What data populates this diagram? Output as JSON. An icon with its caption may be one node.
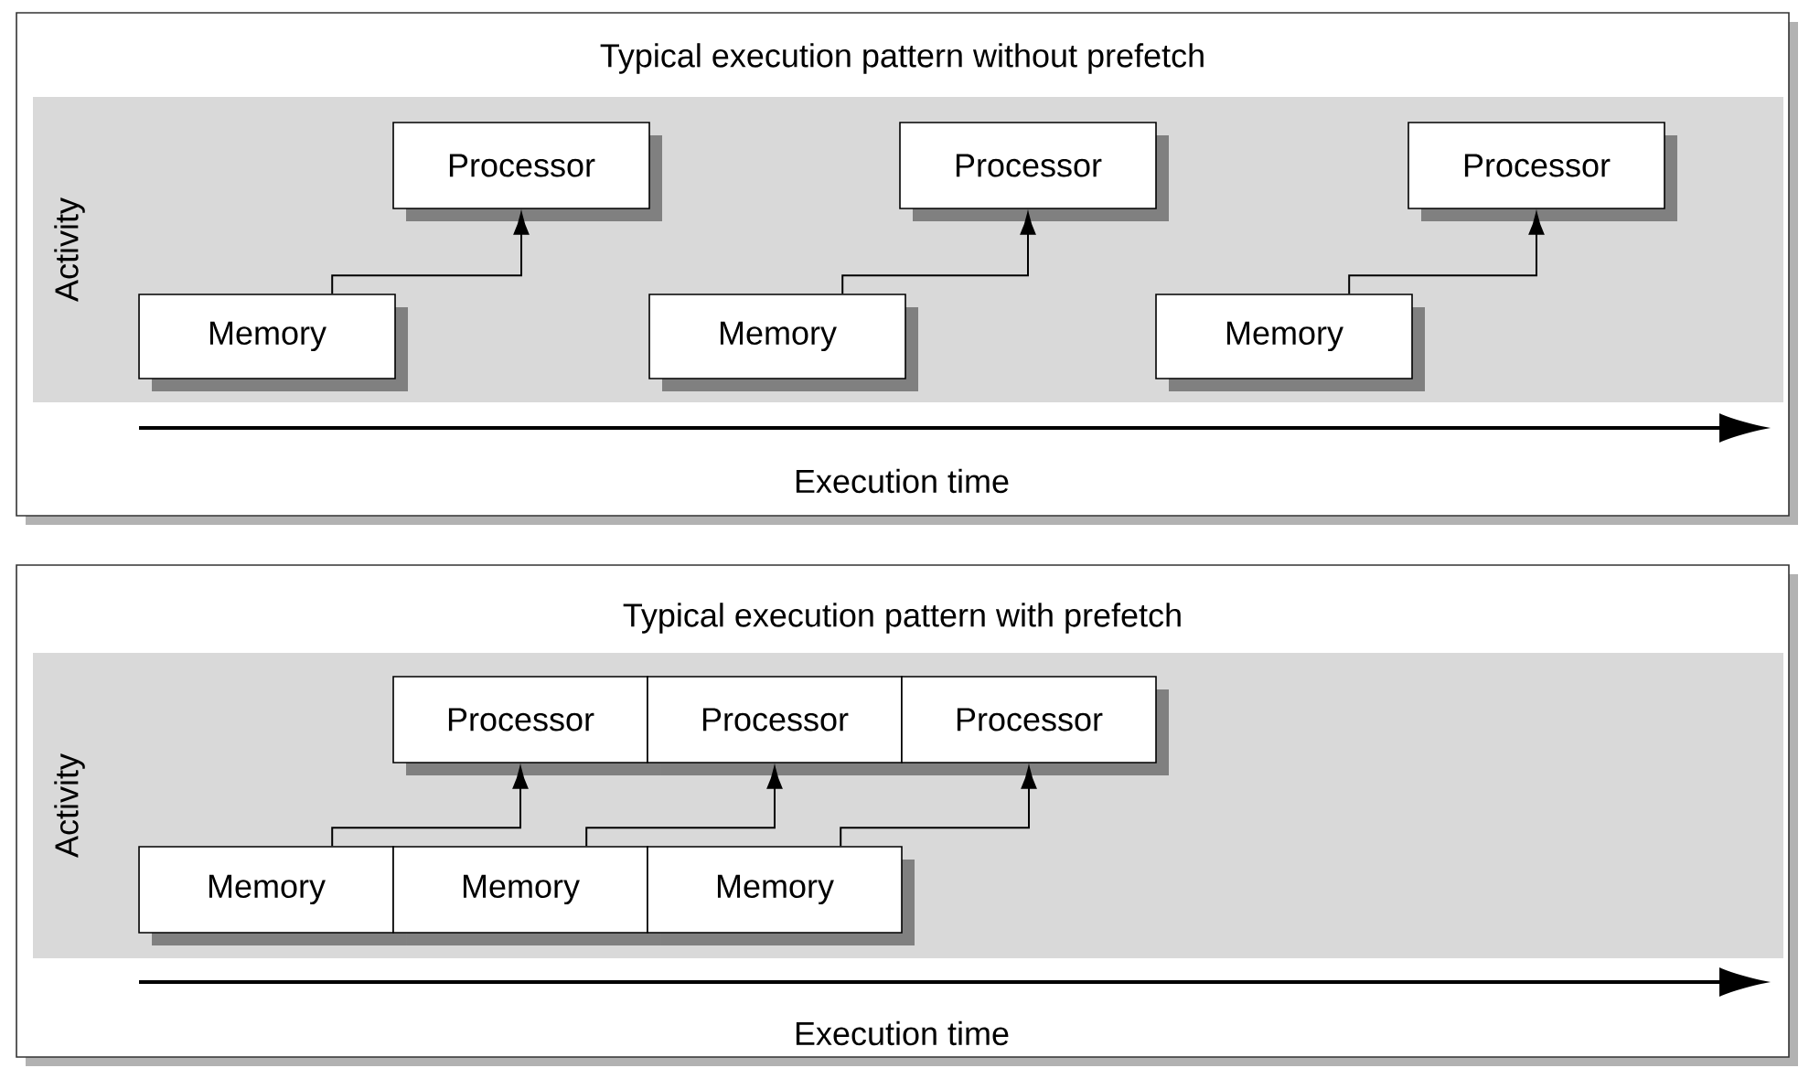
{
  "diagram": {
    "nodes": [
      {
        "text": [
          "Typical execution pattern without prefetch",
          "Activity",
          "Execution time"
        ]
      },
      {
        "text": [
          "Processor"
        ],
        "in": 0
      },
      {
        "text": [
          "Processor"
        ],
        "in": 0
      },
      {
        "text": [
          "Processor"
        ],
        "in": 0
      },
      {
        "text": [
          "Memory"
        ],
        "in": 0
      },
      {
        "text": [
          "Memory"
        ],
        "in": 0
      },
      {
        "text": [
          "Memory"
        ],
        "in": 0
      },
      {
        "text": [
          "Typical execution pattern with prefetch",
          "Activity",
          "Execution time"
        ]
      },
      {
        "text": [
          "Processor"
        ],
        "in": 7
      },
      {
        "text": [
          "Processor"
        ],
        "in": 7
      },
      {
        "text": [
          "Processor"
        ],
        "in": 7
      },
      {
        "text": [
          "Memory"
        ],
        "in": 7
      },
      {
        "text": [
          "Memory"
        ],
        "in": 7
      },
      {
        "text": [
          "Memory"
        ],
        "in": 7
      }
    ],
    "edges": [
      {
        "from": 4,
        "to": 1,
        "arrow": "to"
      },
      {
        "from": 5,
        "to": 2,
        "arrow": "to"
      },
      {
        "from": 6,
        "to": 3,
        "arrow": "to"
      },
      {
        "from": 11,
        "to": 8,
        "arrow": "to"
      },
      {
        "from": 12,
        "to": 9,
        "arrow": "to"
      },
      {
        "from": 13,
        "to": 10,
        "arrow": "to"
      }
    ]
  }
}
